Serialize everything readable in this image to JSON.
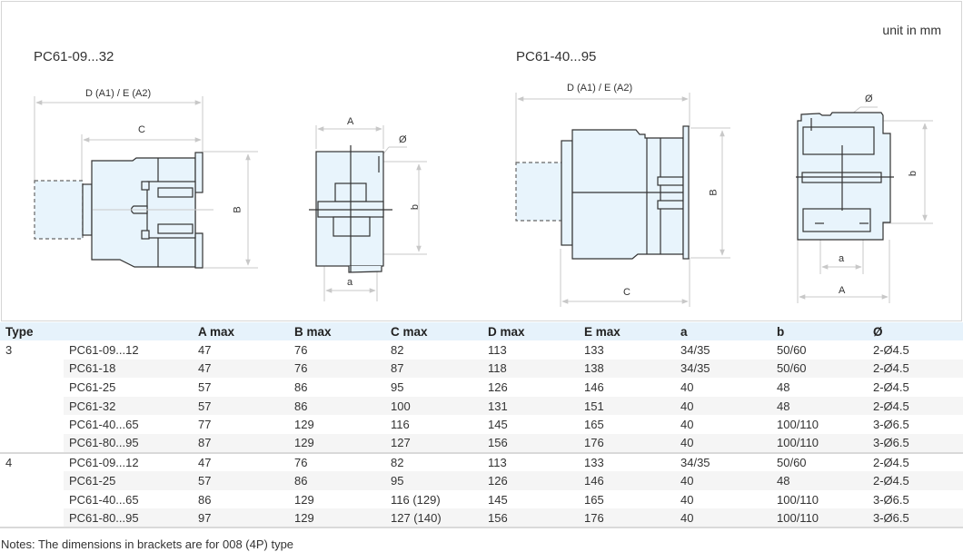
{
  "header": {
    "unit_label": "unit in mm",
    "series_left": "PC61-09...32",
    "series_right": "PC61-40...95"
  },
  "drawings": {
    "left_side": {
      "overall_label": "D (A1) / E (A2)",
      "c_label": "C",
      "b_label": "B"
    },
    "left_front": {
      "a_top_label": "A",
      "dia_label": "Ø",
      "b_small_label": "b",
      "a_small_label": "a"
    },
    "right_side": {
      "overall_label": "D (A1) / E (A2)",
      "c_label": "C",
      "b_label": "B"
    },
    "right_front": {
      "dia_label": "Ø",
      "b_small_label": "b",
      "a_small_label": "a",
      "a_bottom_label": "A"
    }
  },
  "table": {
    "headers": [
      "Type",
      "",
      "A max",
      "B max",
      "C max",
      "D max",
      "E max",
      "a",
      "b",
      "Ø"
    ],
    "groups": [
      {
        "type": "3",
        "rows": [
          [
            "PC61-09...12",
            "47",
            "76",
            "82",
            "113",
            "133",
            "34/35",
            "50/60",
            "2-Ø4.5"
          ],
          [
            "PC61-18",
            "47",
            "76",
            "87",
            "118",
            "138",
            "34/35",
            "50/60",
            "2-Ø4.5"
          ],
          [
            "PC61-25",
            "57",
            "86",
            "95",
            "126",
            "146",
            "40",
            "48",
            "2-Ø4.5"
          ],
          [
            "PC61-32",
            "57",
            "86",
            "100",
            "131",
            "151",
            "40",
            "48",
            "2-Ø4.5"
          ],
          [
            "PC61-40...65",
            "77",
            "129",
            "116",
            "145",
            "165",
            "40",
            "100/110",
            "3-Ø6.5"
          ],
          [
            "PC61-80...95",
            "87",
            "129",
            "127",
            "156",
            "176",
            "40",
            "100/110",
            "3-Ø6.5"
          ]
        ]
      },
      {
        "type": "4",
        "rows": [
          [
            "PC61-09...12",
            "47",
            "76",
            "82",
            "113",
            "133",
            "34/35",
            "50/60",
            "2-Ø4.5"
          ],
          [
            "PC61-25",
            "57",
            "86",
            "95",
            "126",
            "146",
            "40",
            "48",
            "2-Ø4.5"
          ],
          [
            "PC61-40...65",
            "86",
            "129",
            "116 (129)",
            "145",
            "165",
            "40",
            "100/110",
            "3-Ø6.5"
          ],
          [
            "PC61-80...95",
            "97",
            "129",
            "127 (140)",
            "156",
            "176",
            "40",
            "100/110",
            "3-Ø6.5"
          ]
        ]
      }
    ]
  },
  "notes": "Notes: The dimensions in brackets are for 008 (4P) type",
  "colors": {
    "header_bg": "#e6f2fb",
    "zebra_bg": "#f5f5f5",
    "part_fill": "#e8f4fc",
    "dim_line": "#c8c8c8",
    "outline": "#333333"
  }
}
